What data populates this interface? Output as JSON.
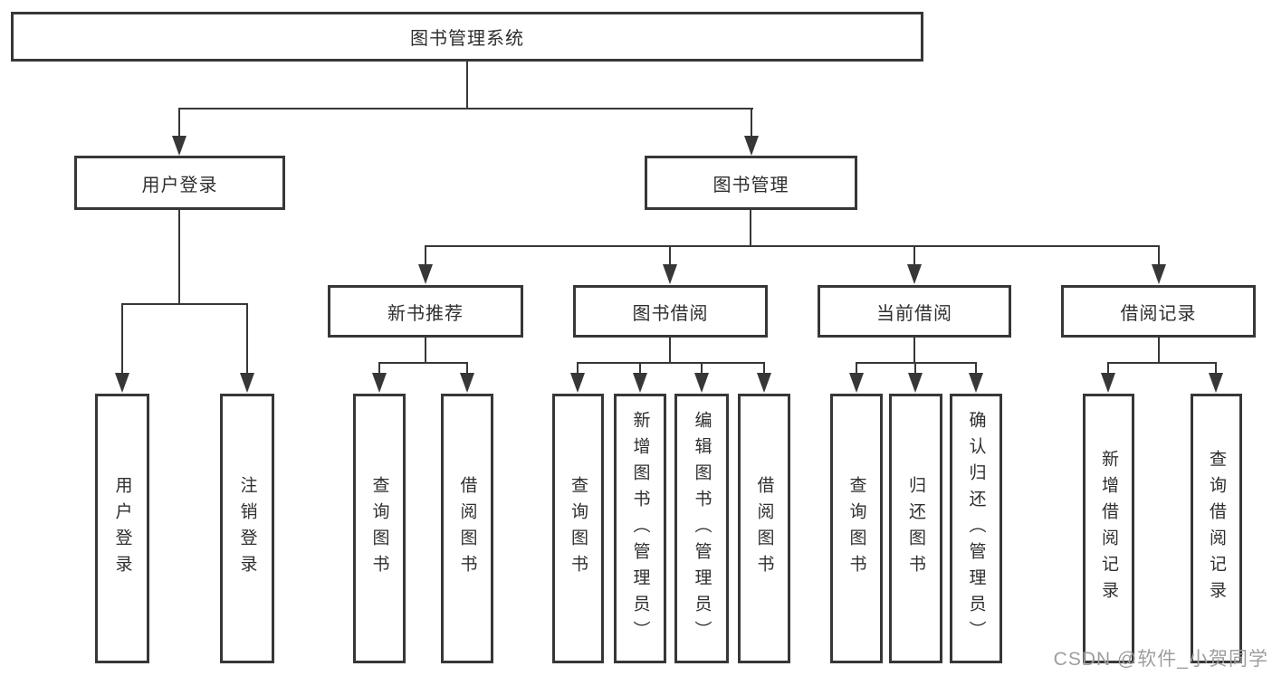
{
  "tree": {
    "label": "图书管理系统",
    "children": [
      {
        "label": "用户登录",
        "children": [
          {
            "label": "用户登录"
          },
          {
            "label": "注销登录"
          }
        ]
      },
      {
        "label": "图书管理",
        "children": [
          {
            "label": "新书推荐",
            "children": [
              {
                "label": "查询图书"
              },
              {
                "label": "借阅图书"
              }
            ]
          },
          {
            "label": "图书借阅",
            "children": [
              {
                "label": "查询图书"
              },
              {
                "label": "新增图书（管理员）"
              },
              {
                "label": "编辑图书（管理员）"
              },
              {
                "label": "借阅图书"
              }
            ]
          },
          {
            "label": "当前借阅",
            "children": [
              {
                "label": "查询图书"
              },
              {
                "label": "归还图书"
              },
              {
                "label": "确认归还（管理员）"
              }
            ]
          },
          {
            "label": "借阅记录",
            "children": [
              {
                "label": "新增借阅记录"
              },
              {
                "label": "查询借阅记录"
              }
            ]
          }
        ]
      }
    ]
  },
  "watermark": {
    "text": "CSDN @软件_小贺同学"
  },
  "colors": {
    "line": "#373737",
    "text": "#2f2f2f",
    "watermark": "#9e9e9e",
    "background": "#ffffff"
  }
}
